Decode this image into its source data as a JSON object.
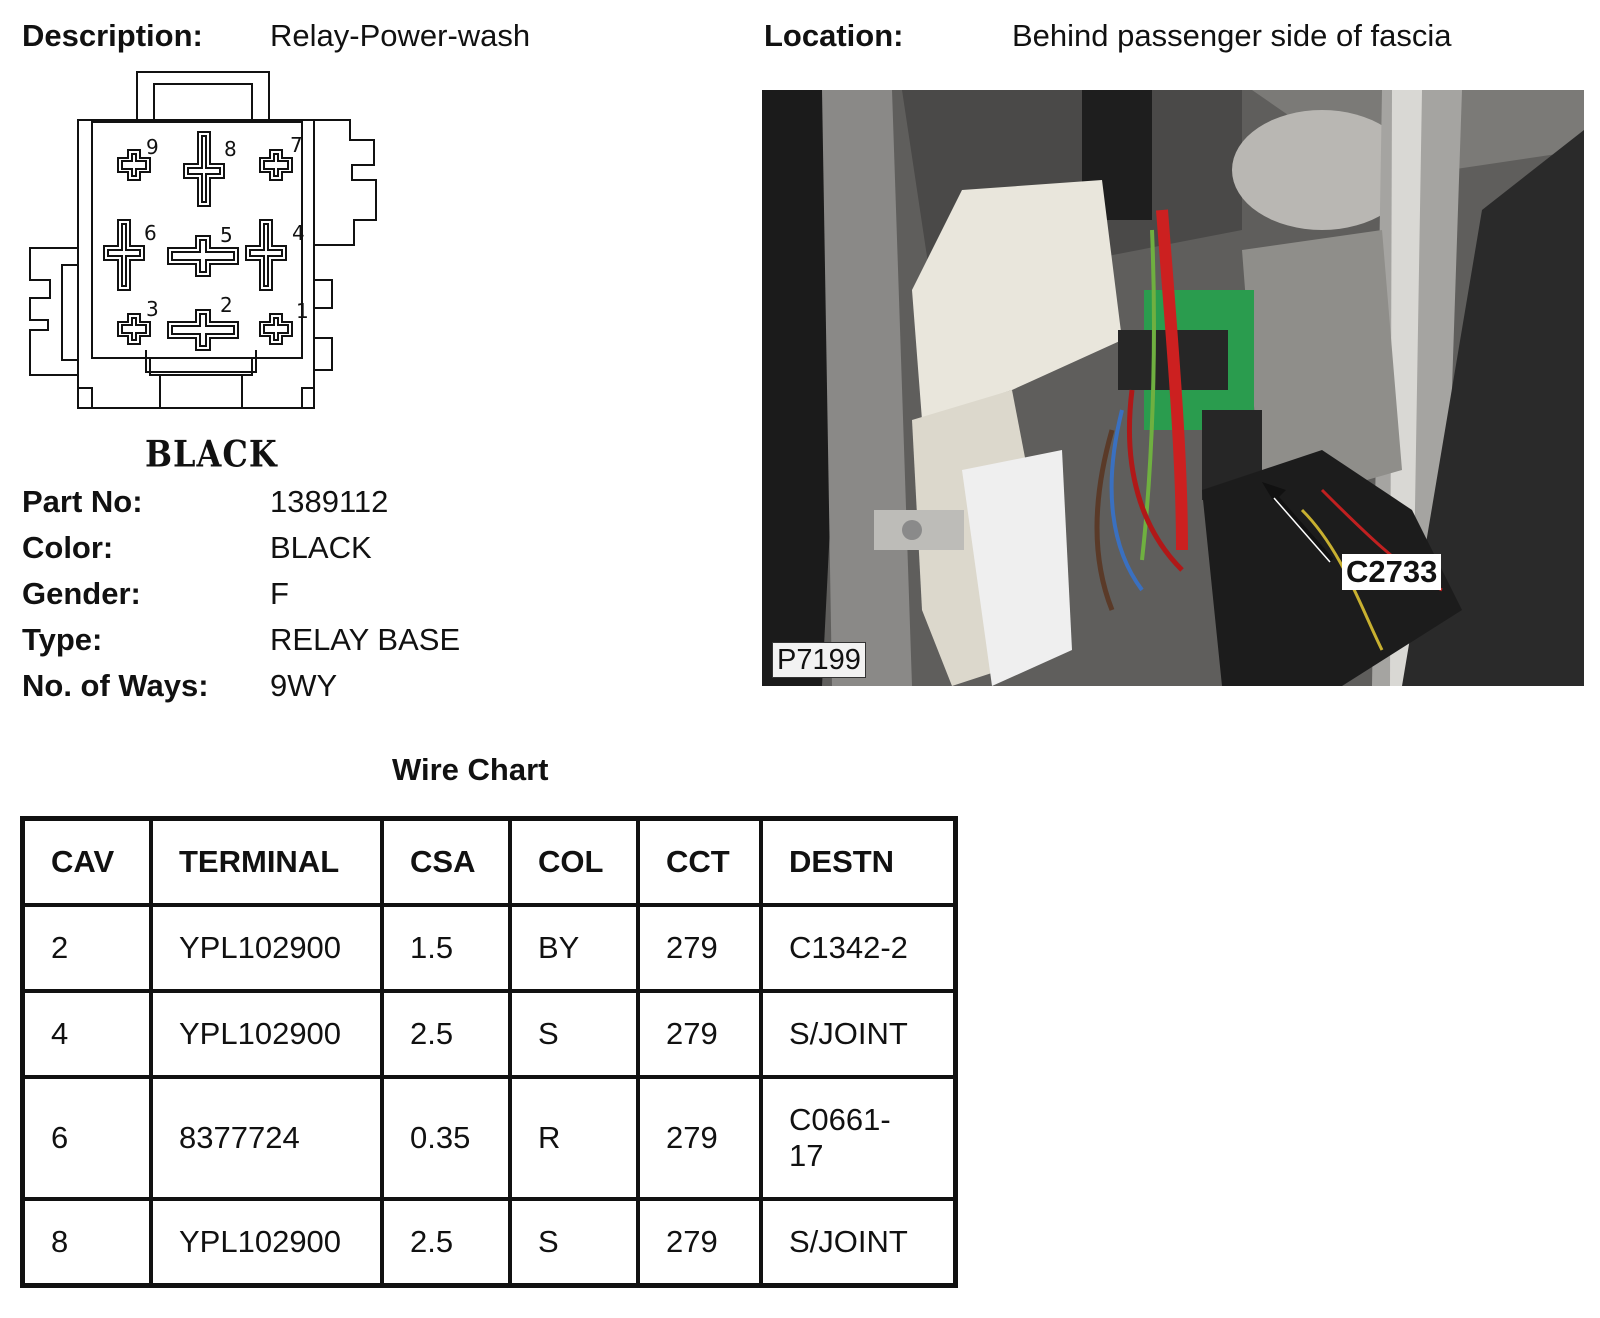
{
  "header": {
    "description_label": "Description:",
    "description_value": "Relay-Power-wash",
    "location_label": "Location:",
    "location_value": "Behind passenger side of fascia"
  },
  "connector": {
    "title": "BLACK",
    "pins": [
      "1",
      "2",
      "3",
      "4",
      "5",
      "6",
      "7",
      "8",
      "9"
    ]
  },
  "details": [
    {
      "label": "Part No:",
      "value": "1389112"
    },
    {
      "label": "Color:",
      "value": "BLACK"
    },
    {
      "label": "Gender:",
      "value": "F"
    },
    {
      "label": "Type:",
      "value": "RELAY BASE"
    },
    {
      "label": "No. of Ways:",
      "value": "9WY"
    }
  ],
  "photo": {
    "tag": "P7199",
    "callout": "C2733"
  },
  "wire_chart": {
    "title": "Wire Chart",
    "columns": [
      "CAV",
      "TERMINAL",
      "CSA",
      "COL",
      "CCT",
      "DESTN"
    ],
    "rows": [
      [
        "2",
        "YPL102900",
        "1.5",
        "BY",
        "279",
        "C1342-2"
      ],
      [
        "4",
        "YPL102900",
        "2.5",
        "S",
        "279",
        "S/JOINT"
      ],
      [
        "6",
        "8377724",
        "0.35",
        "R",
        "279",
        "C0661-\n17"
      ],
      [
        "8",
        "YPL102900",
        "2.5",
        "S",
        "279",
        "S/JOINT"
      ]
    ]
  }
}
